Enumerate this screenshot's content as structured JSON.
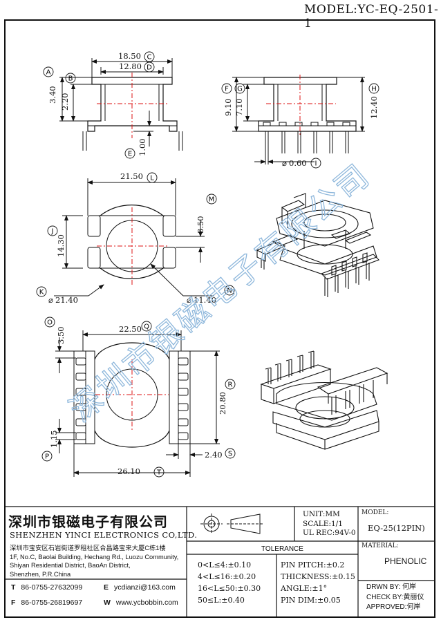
{
  "model_title": "MODEL:YC-EQ-2501-1",
  "dims": {
    "a": "3.40",
    "b": "2.20",
    "c": "18.50",
    "d": "12.80",
    "e": "1.00",
    "f": "9.10",
    "g": "7.10",
    "h": "12.40",
    "i": "0.60",
    "l": "21.50",
    "m": "3.50",
    "j": "14.30",
    "k": "21.40",
    "n": "11.40",
    "o": "3.50",
    "q": "22.50",
    "r": "20.80",
    "p": "1.15",
    "s": "2.40",
    "t": "26.10",
    "dia": "⌀"
  },
  "letters": [
    "A",
    "B",
    "C",
    "D",
    "E",
    "F",
    "G",
    "H",
    "I",
    "J",
    "K",
    "L",
    "M",
    "N",
    "O",
    "P",
    "Q",
    "R",
    "S",
    "T"
  ],
  "watermark": "深圳市银磁电子有限公司",
  "company": {
    "name_cn": "深圳市银磁电子有限公司",
    "name_en": "SHENZHEN YINCI ELECTRONICS CO,LTD.",
    "address_lines": [
      "深圳市宝安区石岩街道罗租社区合昌路宝来大厦C栋1楼",
      "1F, No.C, Baolai Building, Hechang Rd., Luozu Community,",
      "Shiyan Residential District, BaoAn District,",
      "Shenzhen, P.R.China"
    ],
    "tel_label": "T",
    "tel": "86-0755-27632099",
    "fax_label": "F",
    "fax": "86-0755-26819697",
    "email_label": "E",
    "email": "ycdianzi@163.com",
    "web_label": "W",
    "web": "www.ycbobbin.com"
  },
  "spec": {
    "unit": "UNIT:MM",
    "scale": "SCALE:1/1",
    "ul": "UL REC:94V-0",
    "model_label": "MODEL:",
    "model_value": "EQ-25(12PIN)",
    "material_label": "MATERIAL:",
    "material_value": "PHENOLIC",
    "tolerance_label": "TOLERANCE",
    "tolerances": [
      "0<L≤4:±0.10",
      "4<L≤16:±0.20",
      "16<L≤50:±0.30",
      "50≤L:±0.40"
    ],
    "pin_tol": [
      "PIN PITCH:±0.2",
      "THICKNESS:±0.15",
      "ANGLE:±1°",
      "PIN DIM:±0.05"
    ],
    "drawn": "DRWN BY: 何岸",
    "check": "CHECK BY:黄丽仪",
    "approved": "APPROVED:何岸"
  }
}
